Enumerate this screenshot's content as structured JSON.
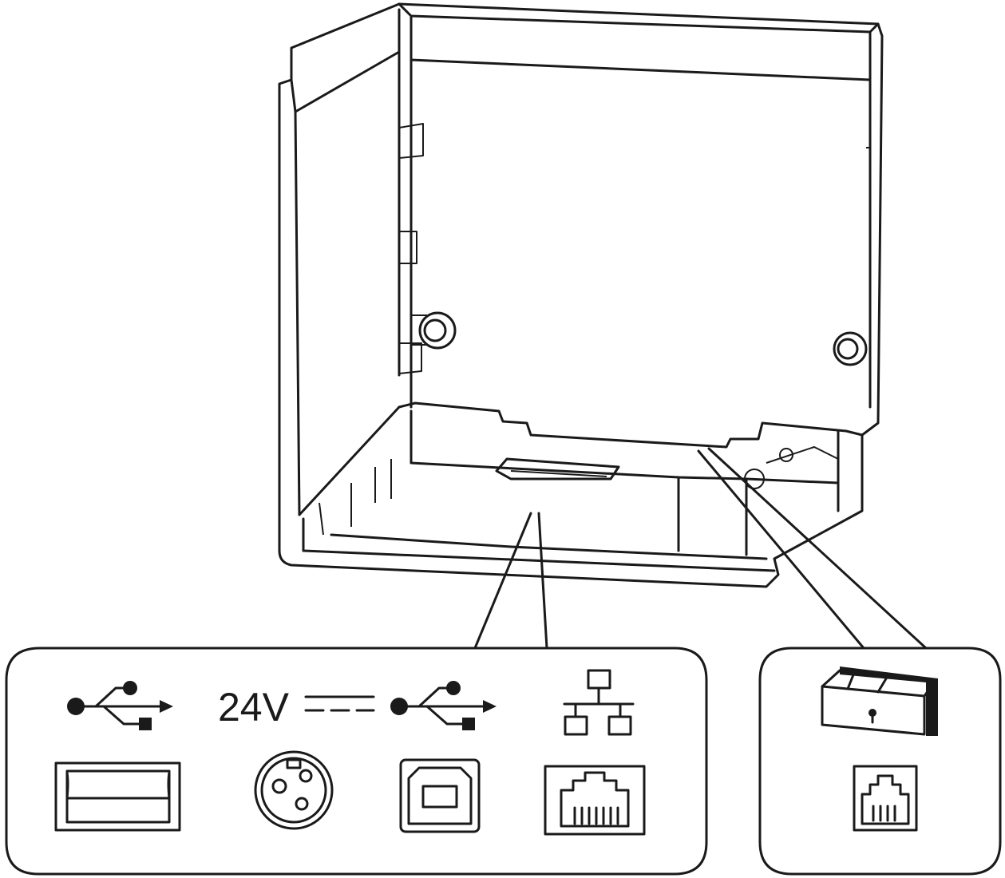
{
  "diagram": {
    "subject": "printer-rear-view",
    "main_panel": {
      "voltage_label": "24V",
      "icons": [
        "usb-icon",
        "dc-power-icon",
        "usb-icon",
        "network-icon"
      ],
      "ports": [
        "usb-a-port",
        "power-din-port",
        "usb-b-port",
        "rj45-lan-port"
      ]
    },
    "side_panel": {
      "icons": [
        "cash-drawer-icon"
      ],
      "ports": [
        "rj11-drawer-port"
      ]
    },
    "colors": {
      "line": "#1a1a1a",
      "background": "#ffffff"
    }
  }
}
